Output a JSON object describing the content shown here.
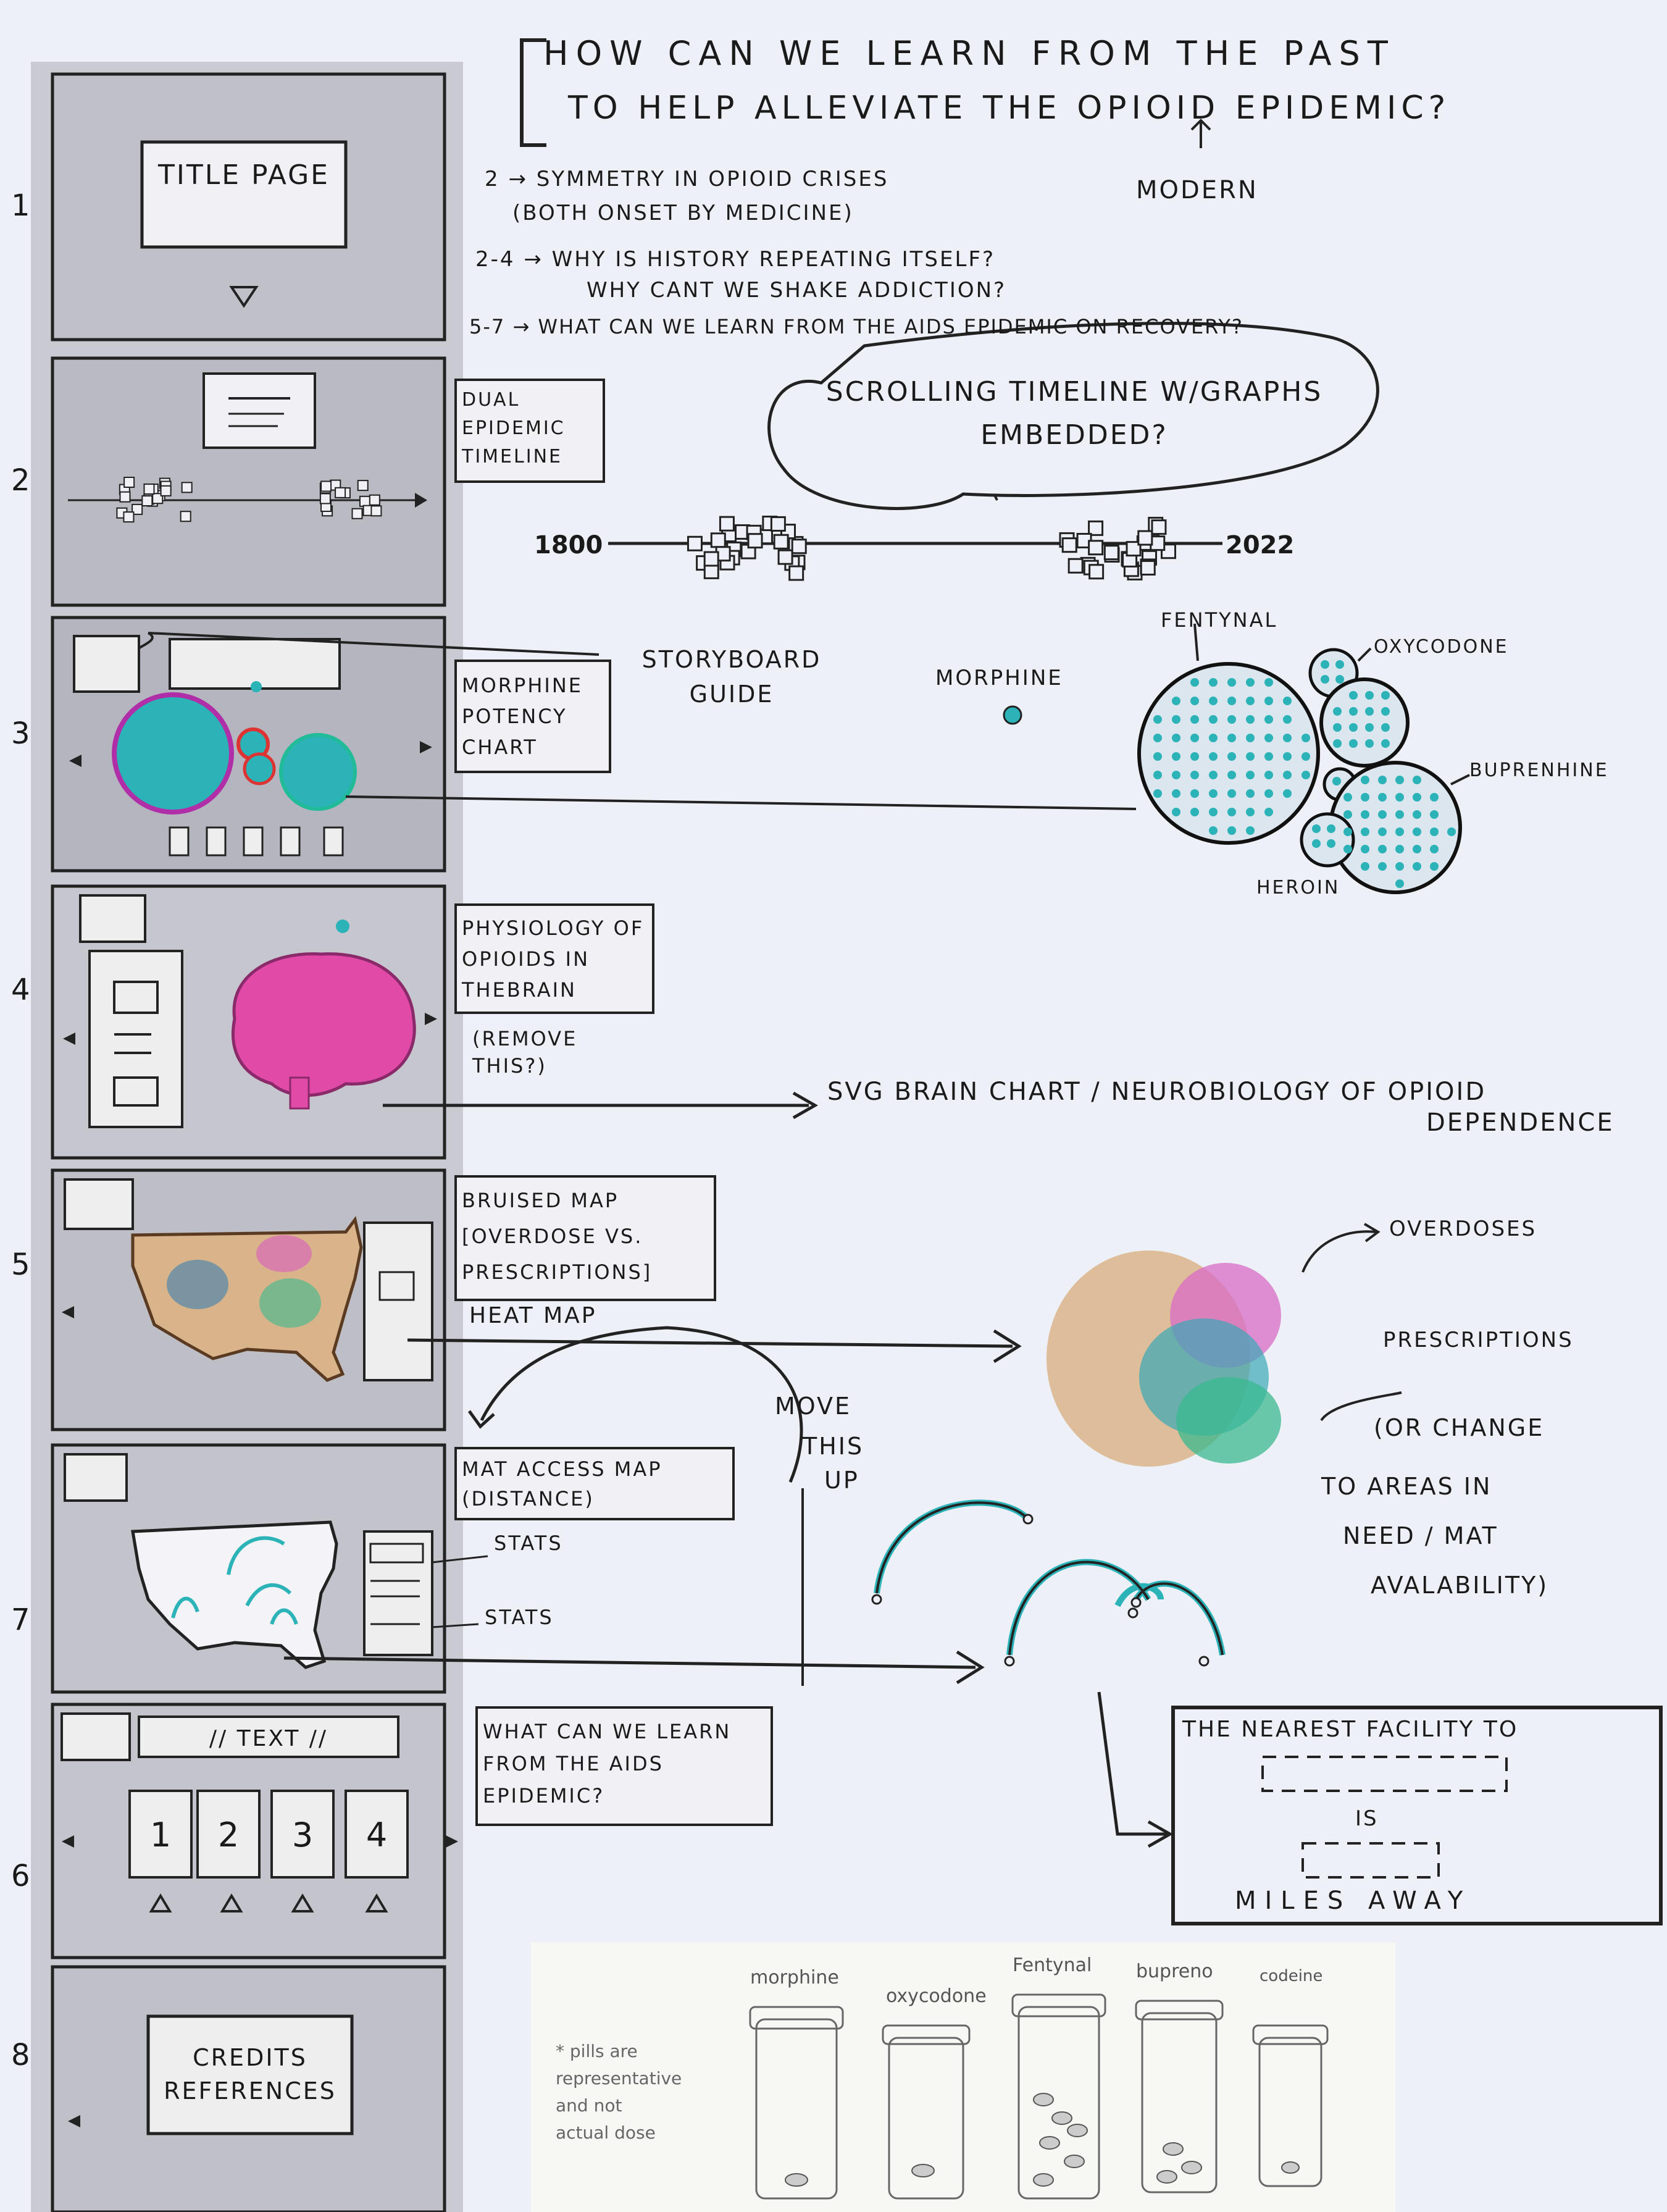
{
  "question": {
    "line1": "HOW CAN WE LEARN FROM THE PAST",
    "line2": "TO HELP ALLEVIATE THE OPIOID EPIDEMIC?",
    "modern": "MODERN",
    "notes": [
      "2 → SYMMETRY IN OPIOID CRISES",
      "(BOTH ONSET BY MEDICINE)",
      "2-4 → WHY IS HISTORY REPEATING ITSELF?",
      "WHY CANT WE SHAKE ADDICTION?",
      "5-7 → WHAT CAN WE LEARN FROM THE AIDS EPIDEMIC ON RECOVERY?"
    ]
  },
  "frames": [
    {
      "number": "1",
      "title": "TITLE PAGE"
    },
    {
      "number": "2",
      "label": "DUAL EPIDEMIC TIMELINE"
    },
    {
      "number": "3",
      "label": "MORPHINE POTENCY CHART"
    },
    {
      "number": "4",
      "label": "PHYSIOLOGY OF OPIOIDS IN THEBRAIN",
      "aside": "(REMOVE THIS?)"
    },
    {
      "number": "5",
      "label": "BRUISED MAP [OVERDOSE VS. PRESCRIPTIONS]",
      "aside": "HEAT MAP"
    },
    {
      "number": "7",
      "label": "MAT ACCESS MAP (DISTANCE)",
      "stats1": "STATS",
      "stats2": "STATS"
    },
    {
      "number": "6",
      "label": "WHAT CAN WE LEARN FROM THE AIDS EPIDEMIC?",
      "text_bar": "// TEXT //",
      "cards": [
        "1",
        "2",
        "3",
        "4"
      ]
    },
    {
      "number": "8",
      "title": "CREDITS REFERENCES"
    }
  ],
  "timeline": {
    "bubble": "SCROLLING TIMELINE W/GRAPHS EMBEDDED?",
    "start": "1800",
    "end": "2022"
  },
  "potency": {
    "guide": "STORYBOARD GUIDE",
    "morphine": "MORPHINE",
    "fentanyl": "FENTYNAL",
    "oxycodone": "OXYCODONE",
    "buprenorphine": "BUPRENHINE",
    "heroin": "HEROIN"
  },
  "brain_note": {
    "line1": "SVG BRAIN CHART / NEUROBIOLOGY OF OPIOID",
    "line2": "DEPENDENCE"
  },
  "heat": {
    "overdoses": "OVERDOSES",
    "prescriptions": "PRESCRIPTIONS",
    "alt1": "(OR CHANGE",
    "alt2": "TO AREAS IN",
    "alt3": "NEED / MAT",
    "alt4": "AVALABILITY)"
  },
  "move_note": {
    "l1": "MOVE",
    "l2": "THIS",
    "l3": "UP"
  },
  "facility": {
    "line1": "THE NEAREST FACILITY TO",
    "is": "IS",
    "miles": "MILES AWAY"
  },
  "pills": {
    "jars": [
      "morphine",
      "oxycodone",
      "Fentynal",
      "bupreno",
      "codeine"
    ],
    "note": [
      "* pills are",
      "representative",
      "and not",
      "actual dose"
    ]
  },
  "colors": {
    "teal": "#2bb3b8",
    "pink": "#e24aa8",
    "tan": "#d9b48a",
    "green": "#3ab98e"
  }
}
